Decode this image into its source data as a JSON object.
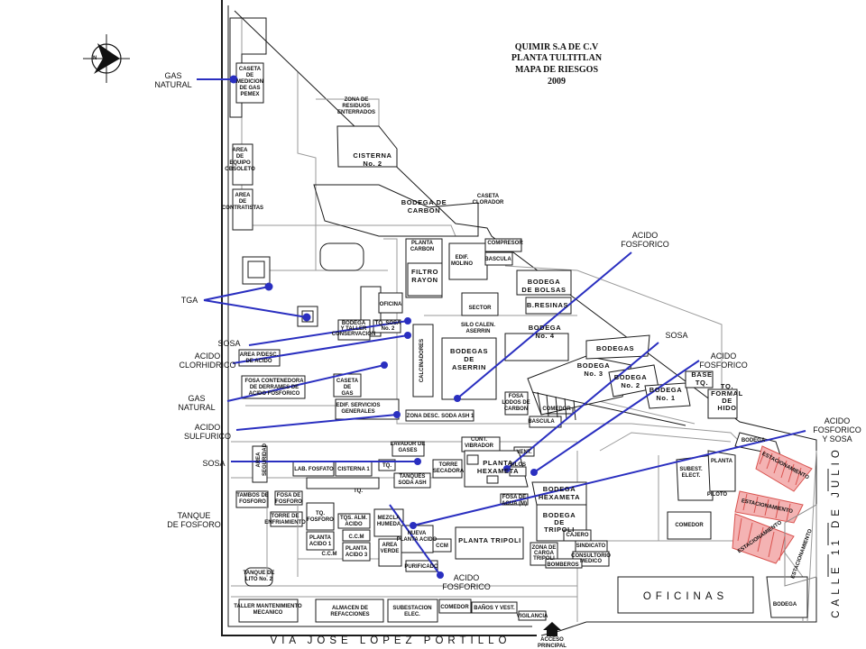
{
  "title": {
    "line1": "QUIMIR S.A DE C.V",
    "line2": "PLANTA TULTITLAN",
    "line3": "MAPA DE RIESGOS",
    "line4": "2009"
  },
  "compass": {
    "north_label": "N"
  },
  "streets": {
    "bottom": "VIA JOSE LOPEZ PORTILLO",
    "right": "CALLE 11 DE JULIO",
    "main_access_1": "ACCESO",
    "main_access_2": "PRINCIPAL"
  },
  "colors": {
    "risk_marker": "#2a2fc0",
    "parking_stripe": "#d9534f",
    "linework": "#1a1a1a"
  },
  "risk_labels": {
    "gas_natural_top": [
      "GAS",
      "NATURAL"
    ],
    "tga": [
      "TGA"
    ],
    "sosa_left": [
      "SOSA"
    ],
    "acido_clorhidrico": [
      "ACIDO",
      "CLORHIDRICO"
    ],
    "gas_natural_mid": [
      "GAS",
      "NATURAL"
    ],
    "acido_sulfurico": [
      "ACIDO",
      "SULFURICO"
    ],
    "sosa_left_low": [
      "SOSA"
    ],
    "tanque_fosforo": [
      "TANQUE",
      "DE FOSFORO"
    ],
    "acido_fosforico_bottom": [
      "ACIDO",
      "FOSFORICO"
    ],
    "acido_fosforico_top": [
      "ACIDO",
      "FOSFORICO"
    ],
    "sosa_right": [
      "SOSA"
    ],
    "acido_fosforico_right": [
      "ACIDO",
      "FOSFORICO"
    ],
    "acido_fosforico_sosa": [
      "ACIDO",
      "FOSFORICO",
      "Y SOSA"
    ]
  },
  "buildings": {
    "caseta_medicion": [
      "CASETA",
      "DE",
      "MEDICION",
      "DE GAS",
      "PEMEX"
    ],
    "zona_residuos": [
      "ZONA DE",
      "RESIDUOS",
      "ENTERRADOS"
    ],
    "equipo_obsoleto": [
      "AREA",
      "DE",
      "EQUIPO",
      "OBSOLETO"
    ],
    "cisterna_2": [
      "CISTERNA",
      "No. 2"
    ],
    "area_contratistas": [
      "AREA",
      "DE",
      "CONTRATISTAS"
    ],
    "bodega_carbon": [
      "BODEGA DE",
      "CARBON"
    ],
    "caseta_clorador": [
      "CASETA",
      "CLORADOR"
    ],
    "planta_carbon": [
      "PLANTA",
      "CARBON"
    ],
    "compresor": [
      "COMPRESOR"
    ],
    "edif_molino": [
      "EDIF.",
      "MOLINO"
    ],
    "bascula_top": [
      "BASCULA"
    ],
    "filtro_rayon": [
      "FILTRO",
      "RAYON"
    ],
    "bodega_bolsas": [
      "BODEGA",
      "DE BOLSAS"
    ],
    "oficina": [
      "OFICINA"
    ],
    "sector": [
      "SECTOR"
    ],
    "silo_calen": [
      "SILO CALEN.",
      "ASERRIN"
    ],
    "b_resinas": [
      "B.RESINAS"
    ],
    "bodega_4": [
      "BODEGA",
      "No. 4"
    ],
    "bodega_taller": [
      "BODEGA",
      "Y TALLER",
      "CONSERVACION"
    ],
    "tq_sosa_2": [
      "TQ. SOSA",
      "No. 2"
    ],
    "area_desc_acido": [
      "AREA P/DESC.",
      "DE ACIDO"
    ],
    "calcinadores": [
      "CALCINADORES"
    ],
    "bodegas_aserrin": [
      "BODEGAS",
      "DE",
      "ASERRIN"
    ],
    "bodegas_mid": [
      "BODEGAS"
    ],
    "bodega_3": [
      "BODEGA",
      "No. 3"
    ],
    "bodega_2": [
      "BODEGA",
      "No. 2"
    ],
    "bodega_1": [
      "BODEGA",
      "No. 1"
    ],
    "base_tq": [
      "BASE",
      "TQ."
    ],
    "tq_formal": [
      "TQ.",
      "FORMAL",
      "DE",
      "HIDO"
    ],
    "fosa_contenedora": [
      "FOSA CONTENEDORA",
      "DE DERRAMES DE",
      "ACIDO FOSFORICO"
    ],
    "caseta_gas": [
      "CASETA",
      "DE",
      "GAS"
    ],
    "edif_servicios": [
      "EDIF. SERVICIOS",
      "GENERALES"
    ],
    "fosa_lodos": [
      "FOSA",
      "LODOS DE",
      "CARBON"
    ],
    "comedor_mid": [
      "COMEDOR"
    ],
    "bascula_mid": [
      "BASCULA"
    ],
    "zona_desc_soda": [
      "ZONA DESC. SODA ASH 1"
    ],
    "lavador_gases": [
      "LAVADOR DE",
      "GASES"
    ],
    "cont_vibrador": [
      "CONT.",
      "VIBRADOR"
    ],
    "vent": [
      "VENT."
    ],
    "area_seguridad": [
      "AREA",
      "SEGURIDAD"
    ],
    "lab_fosfato": [
      "LAB. FOSFATO"
    ],
    "cisterna_1": [
      "CISTERNA 1"
    ],
    "tq_small": [
      "TQ."
    ],
    "tanques_soda": [
      "TANQUES",
      "SODA ASH"
    ],
    "torre_secadora": [
      "TORRE",
      "SECADORA"
    ],
    "planta_hexameta": [
      "PLANTA",
      "HEXAMETA"
    ],
    "silos": [
      "SILOS"
    ],
    "bodega_hexameta": [
      "BODEGA",
      "HEXAMETA"
    ],
    "subest_elect": [
      "SUBEST.",
      "ELECT."
    ],
    "planta_piloto": [
      "PLANTA"
    ],
    "piloto": [
      "PILOTO"
    ],
    "bodega_right": [
      "BODEGA"
    ],
    "tambos_fosforo": [
      "TAMBOS DE",
      "FOSFORO"
    ],
    "fosa_fosforo": [
      "FOSA DE",
      "FOSFORO"
    ],
    "tq_label": [
      "TQ."
    ],
    "fosa_agua": [
      "FOSA DE",
      "AGUA (M)"
    ],
    "torre_enfriamiento": [
      "TORRE DE",
      "ENFRIAMIENTO"
    ],
    "tq_fosforo": [
      "TQ.",
      "FOSFORO"
    ],
    "tqs_alm_acido": [
      "TQS. ALM.",
      "ACIDO"
    ],
    "mezcla_humeda": [
      "MEZCLA",
      "HUMEDA"
    ],
    "bodega_tripoli": [
      "BODEGA",
      "DE",
      "TRIPOLI"
    ],
    "cajero": [
      "CAJERO"
    ],
    "sindicato": [
      "SINDICATO"
    ],
    "consultorio": [
      "CONSULTORIO",
      "MEDICO"
    ],
    "zona_carga": [
      "ZONA DE",
      "CARGA",
      "TRIPOLI"
    ],
    "bomberos": [
      "BOMBEROS"
    ],
    "ccm_1": [
      "C.C.M"
    ],
    "planta_acido_1": [
      "PLANTA",
      "ACIDO 1"
    ],
    "nueva_planta_acido": [
      "NUEVA",
      "PLANTA ACIDO"
    ],
    "ccm_2": [
      "CCM"
    ],
    "planta_tripoli": [
      "PLANTA TRIPOLI"
    ],
    "ccm_3": [
      "C.C.M"
    ],
    "planta_acido_3": [
      "PLANTA",
      "ACIDO 3"
    ],
    "area_verde": [
      "AREA",
      "VERDE"
    ],
    "purificado": [
      "PURIFICADO"
    ],
    "tanque_lito": [
      "TANQUE DE",
      "LITO No. 2"
    ],
    "comedor_right": [
      "COMEDOR"
    ],
    "oficinas": [
      "OFICINAS"
    ],
    "estacionamiento": [
      "ESTACIONAMIENTO"
    ],
    "taller_mantenimiento": [
      "TALLER MANTENIMIENTO",
      "MECANICO"
    ],
    "almacen_refacciones": [
      "ALMACEN DE",
      "REFACCIONES"
    ],
    "subestacion": [
      "SUBESTACION",
      "ELEC."
    ],
    "comedor_bottom": [
      "COMEDOR"
    ],
    "banos": [
      "BAÑOS Y VEST."
    ],
    "vigilancia": [
      "VIGILANCIA"
    ]
  }
}
